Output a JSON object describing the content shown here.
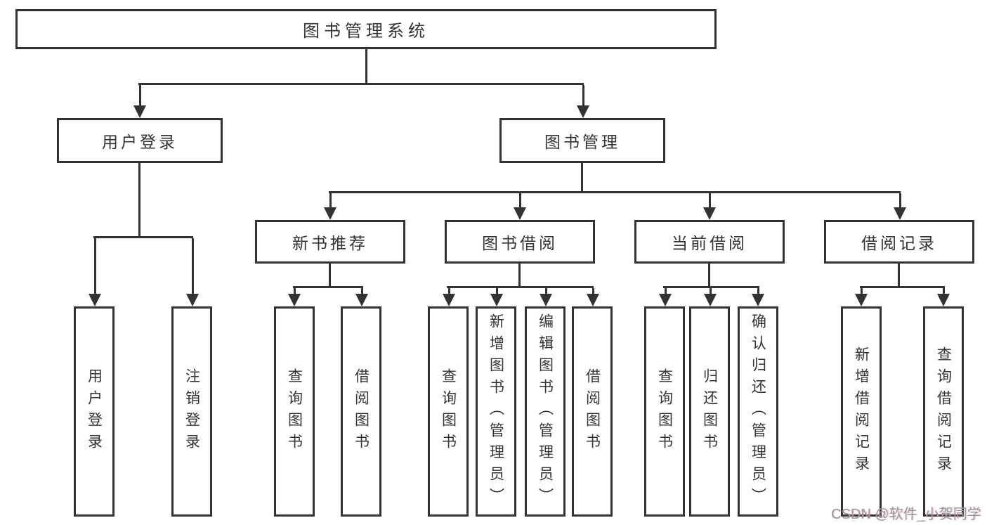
{
  "diagram": {
    "root": {
      "label": "图书管理系统"
    },
    "branches": [
      {
        "label": "用户登录",
        "children": [
          {
            "label": "用户登录"
          },
          {
            "label": "注销登录"
          }
        ]
      },
      {
        "label": "图书管理",
        "children": [
          {
            "label": "新书推荐",
            "children": [
              {
                "label": "查询图书"
              },
              {
                "label": "借阅图书"
              }
            ]
          },
          {
            "label": "图书借阅",
            "children": [
              {
                "label": "查询图书"
              },
              {
                "label": "新增图书（管理员）"
              },
              {
                "label": "编辑图书（管理员）"
              },
              {
                "label": "借阅图书"
              }
            ]
          },
          {
            "label": "当前借阅",
            "children": [
              {
                "label": "查询图书"
              },
              {
                "label": "归还图书"
              },
              {
                "label": "确认归还（管理员）"
              }
            ]
          },
          {
            "label": "借阅记录",
            "children": [
              {
                "label": "新增借阅记录"
              },
              {
                "label": "查询借阅记录"
              }
            ]
          }
        ]
      }
    ]
  },
  "watermark": {
    "text": "CSDN @软件_小贺同学"
  },
  "colors": {
    "line": "#333333",
    "text": "#333333",
    "background": "#ffffff",
    "watermark": "#949aa1",
    "watermark_accent": "#fa7896"
  }
}
